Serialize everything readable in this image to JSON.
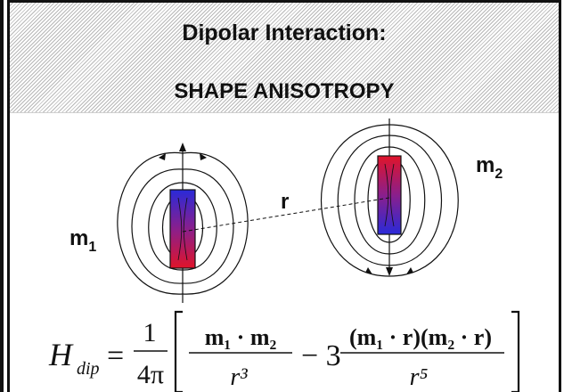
{
  "header": {
    "title": "Dipolar Interaction:",
    "subtitle": "SHAPE ANISOTROPY"
  },
  "labels": {
    "m1": "m",
    "m1_sub": "1",
    "m2": "m",
    "m2_sub": "2",
    "r": "r"
  },
  "formula": {
    "lhs": "H",
    "lhs_sub": "dip",
    "equals": "=",
    "frac1_num": "1",
    "frac1_den": "4π",
    "term1_num": "m₁ · m₂",
    "term1_den": "r³",
    "minus_coef": "− 3",
    "term2_num": "(m₁ · r)(m₂ · r)",
    "term2_den": "r⁵"
  },
  "colors": {
    "magnet_blue": "#2a2ad8",
    "magnet_red": "#e0142a",
    "hatch": "#b8b8b8"
  }
}
